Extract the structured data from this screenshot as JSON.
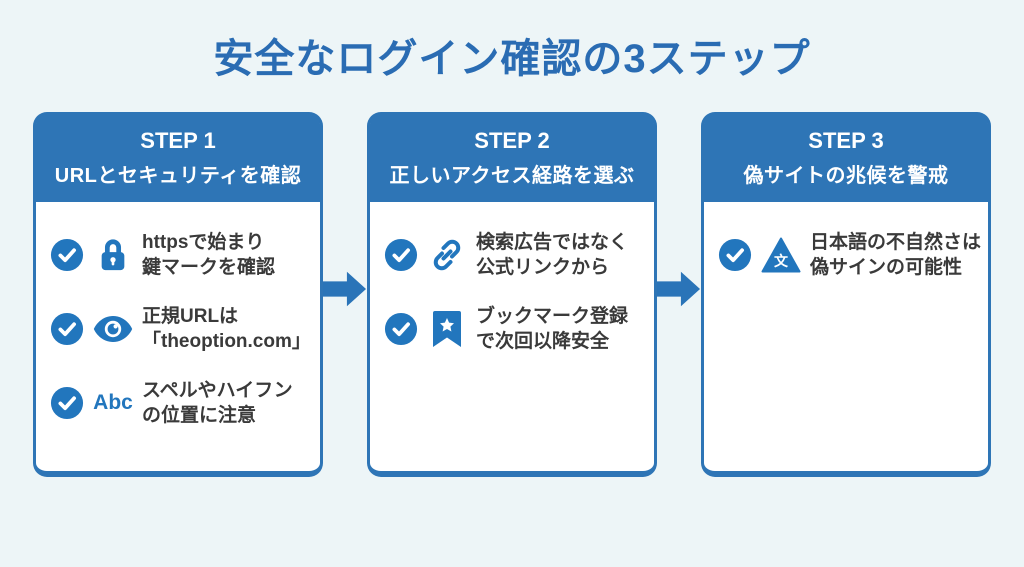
{
  "page": {
    "title": "安全なログイン確認の3ステップ"
  },
  "colors": {
    "accent_blue": "#2e75b6",
    "icon_blue": "#2276bd",
    "title_blue": "#2a6cb3",
    "background": "#edf5f7",
    "card_background": "#ffffff",
    "text_dark": "#3a3a3a"
  },
  "steps": [
    {
      "label": "STEP 1",
      "heading": "URLとセキュリティを確認",
      "items": [
        {
          "icon": "lock-icon",
          "line1": "httpsで始まり",
          "line2": "鍵マークを確認"
        },
        {
          "icon": "eye-icon",
          "line1": "正規URLは",
          "line2": "「theoption.com」"
        },
        {
          "icon": "abc-icon",
          "icon_text": "Abc",
          "line1": "スペルやハイフン",
          "line2": "の位置に注意"
        }
      ]
    },
    {
      "label": "STEP 2",
      "heading": "正しいアクセス経路を選ぶ",
      "items": [
        {
          "icon": "link-icon",
          "line1": "検索広告ではなく",
          "line2": "公式リンクから"
        },
        {
          "icon": "bookmark-star-icon",
          "line1": "ブックマーク登録",
          "line2": "で次回以降安全"
        }
      ]
    },
    {
      "label": "STEP 3",
      "heading": "偽サイトの兆候を警戒",
      "items": [
        {
          "icon": "language-warning-icon",
          "icon_text": "文",
          "line1": "日本語の不自然さは",
          "line2": "偽サインの可能性"
        }
      ]
    }
  ]
}
